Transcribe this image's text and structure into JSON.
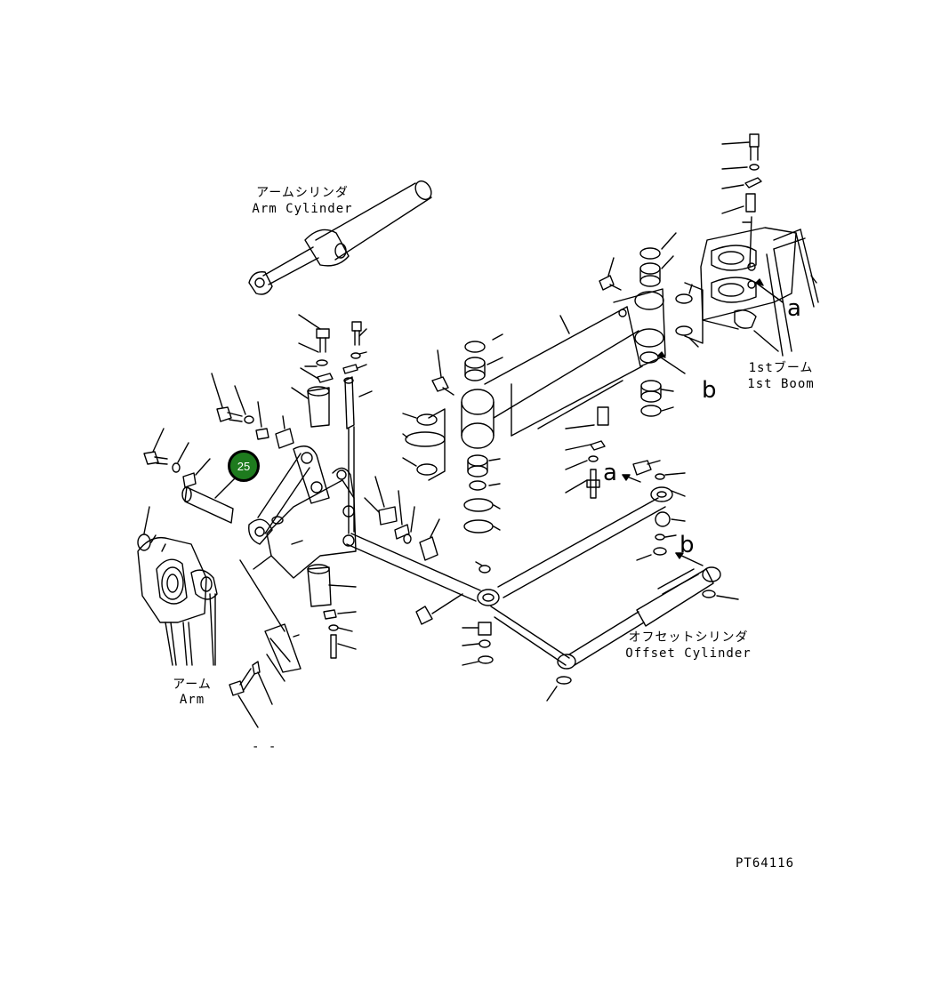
{
  "labels": {
    "arm_cylinder_jp": "アームシリンダ",
    "arm_cylinder_en": "Arm Cylinder",
    "boom_jp": "1stブーム",
    "boom_en": "1st Boom",
    "arm_jp": "アーム",
    "arm_en": "Arm",
    "offset_cylinder_jp": "オフセットシリンダ",
    "offset_cylinder_en": "Offset Cylinder",
    "drawing_code": "PT64116",
    "stub_text": "- -"
  },
  "reference_letters": {
    "a_top": "a",
    "b_top": "b",
    "a_mid": "a",
    "b_mid": "b"
  },
  "callout": {
    "number": "25",
    "color": "#1e7b1e"
  },
  "colors": {
    "line": "#000000",
    "background": "#ffffff"
  }
}
